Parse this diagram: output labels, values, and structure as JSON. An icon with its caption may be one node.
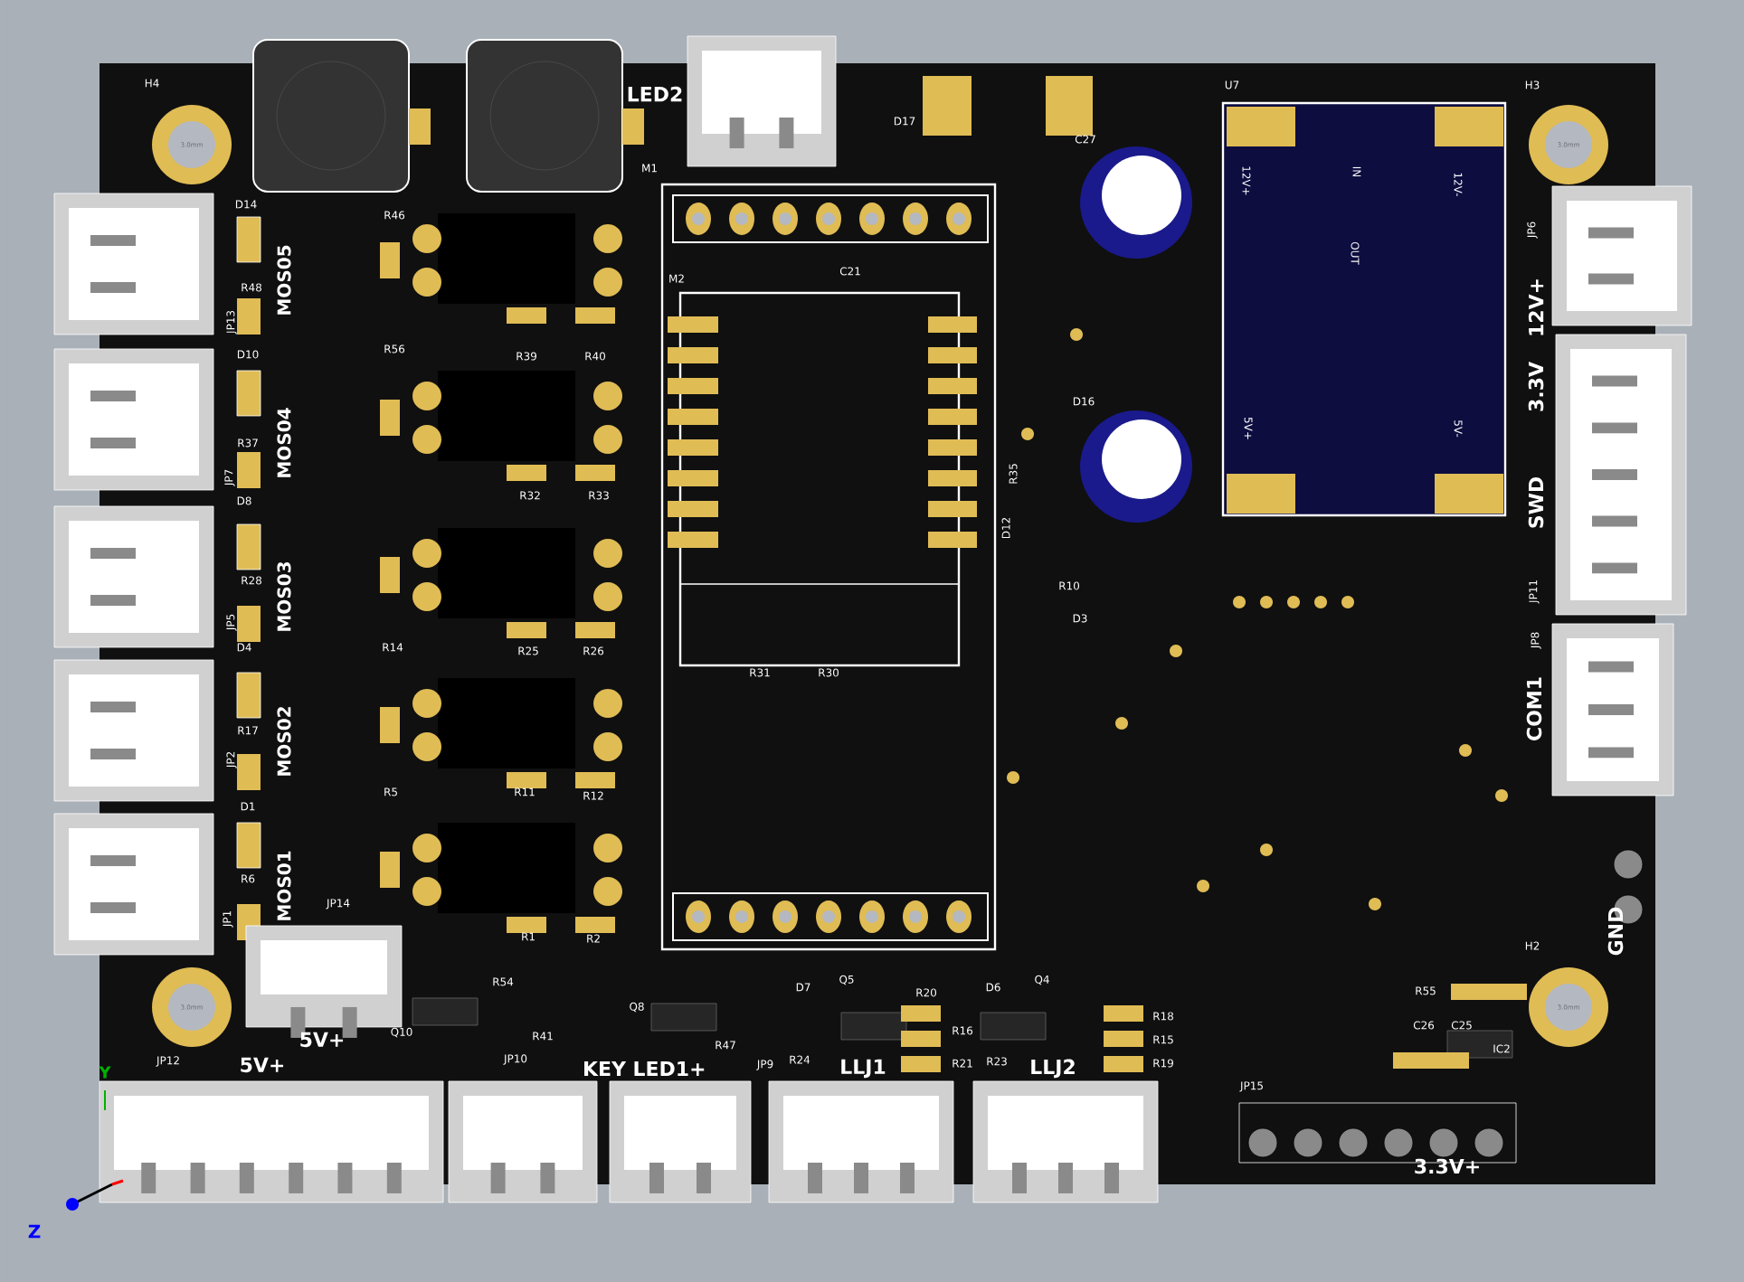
{
  "diagram": {
    "labels": [
      "H4",
      "LED2",
      "D17",
      "C27",
      "U7",
      "H3",
      "3.0mm",
      "3.0mm",
      "M1",
      "D14",
      "R46",
      "12V+",
      "IN",
      "12V-",
      "OUT",
      "JP6",
      "M2",
      "C21",
      "R48",
      "MOS05",
      "JP13",
      "D10",
      "R56",
      "R39",
      "R40",
      "12V+",
      "3.3V",
      "D16",
      "5V+",
      "5V-",
      "R37",
      "MOS04",
      "JP7",
      "R35",
      "R32",
      "R33",
      "D8",
      "SWD",
      "D12",
      "R28",
      "R10",
      "JP11",
      "MOS03",
      "JP5",
      "D3",
      "JP8",
      "D4",
      "R14",
      "R25",
      "R26",
      "R31",
      "R30",
      "COM1",
      "R17",
      "MOS02",
      "JP2",
      "R5",
      "R11",
      "R12",
      "D1",
      "R6",
      "MOS01",
      "JP14",
      "JP1",
      "GND",
      "R1",
      "R2",
      "H2",
      "R54",
      "D7",
      "Q5",
      "R20",
      "D6",
      "Q4",
      "R55",
      "3.0mm",
      "3.0mm",
      "Q8",
      "R18",
      "R16",
      "C26",
      "C25",
      "Q10",
      "R41",
      "5V+",
      "R15",
      "R47",
      "IC2",
      "JP12",
      "5V+",
      "JP10",
      "KEY",
      "LED1+",
      "JP9",
      "R24",
      "LLJ1",
      "R21",
      "R23",
      "LLJ2",
      "R19",
      "JP15",
      "3.3V+",
      "Y",
      "Z"
    ]
  }
}
